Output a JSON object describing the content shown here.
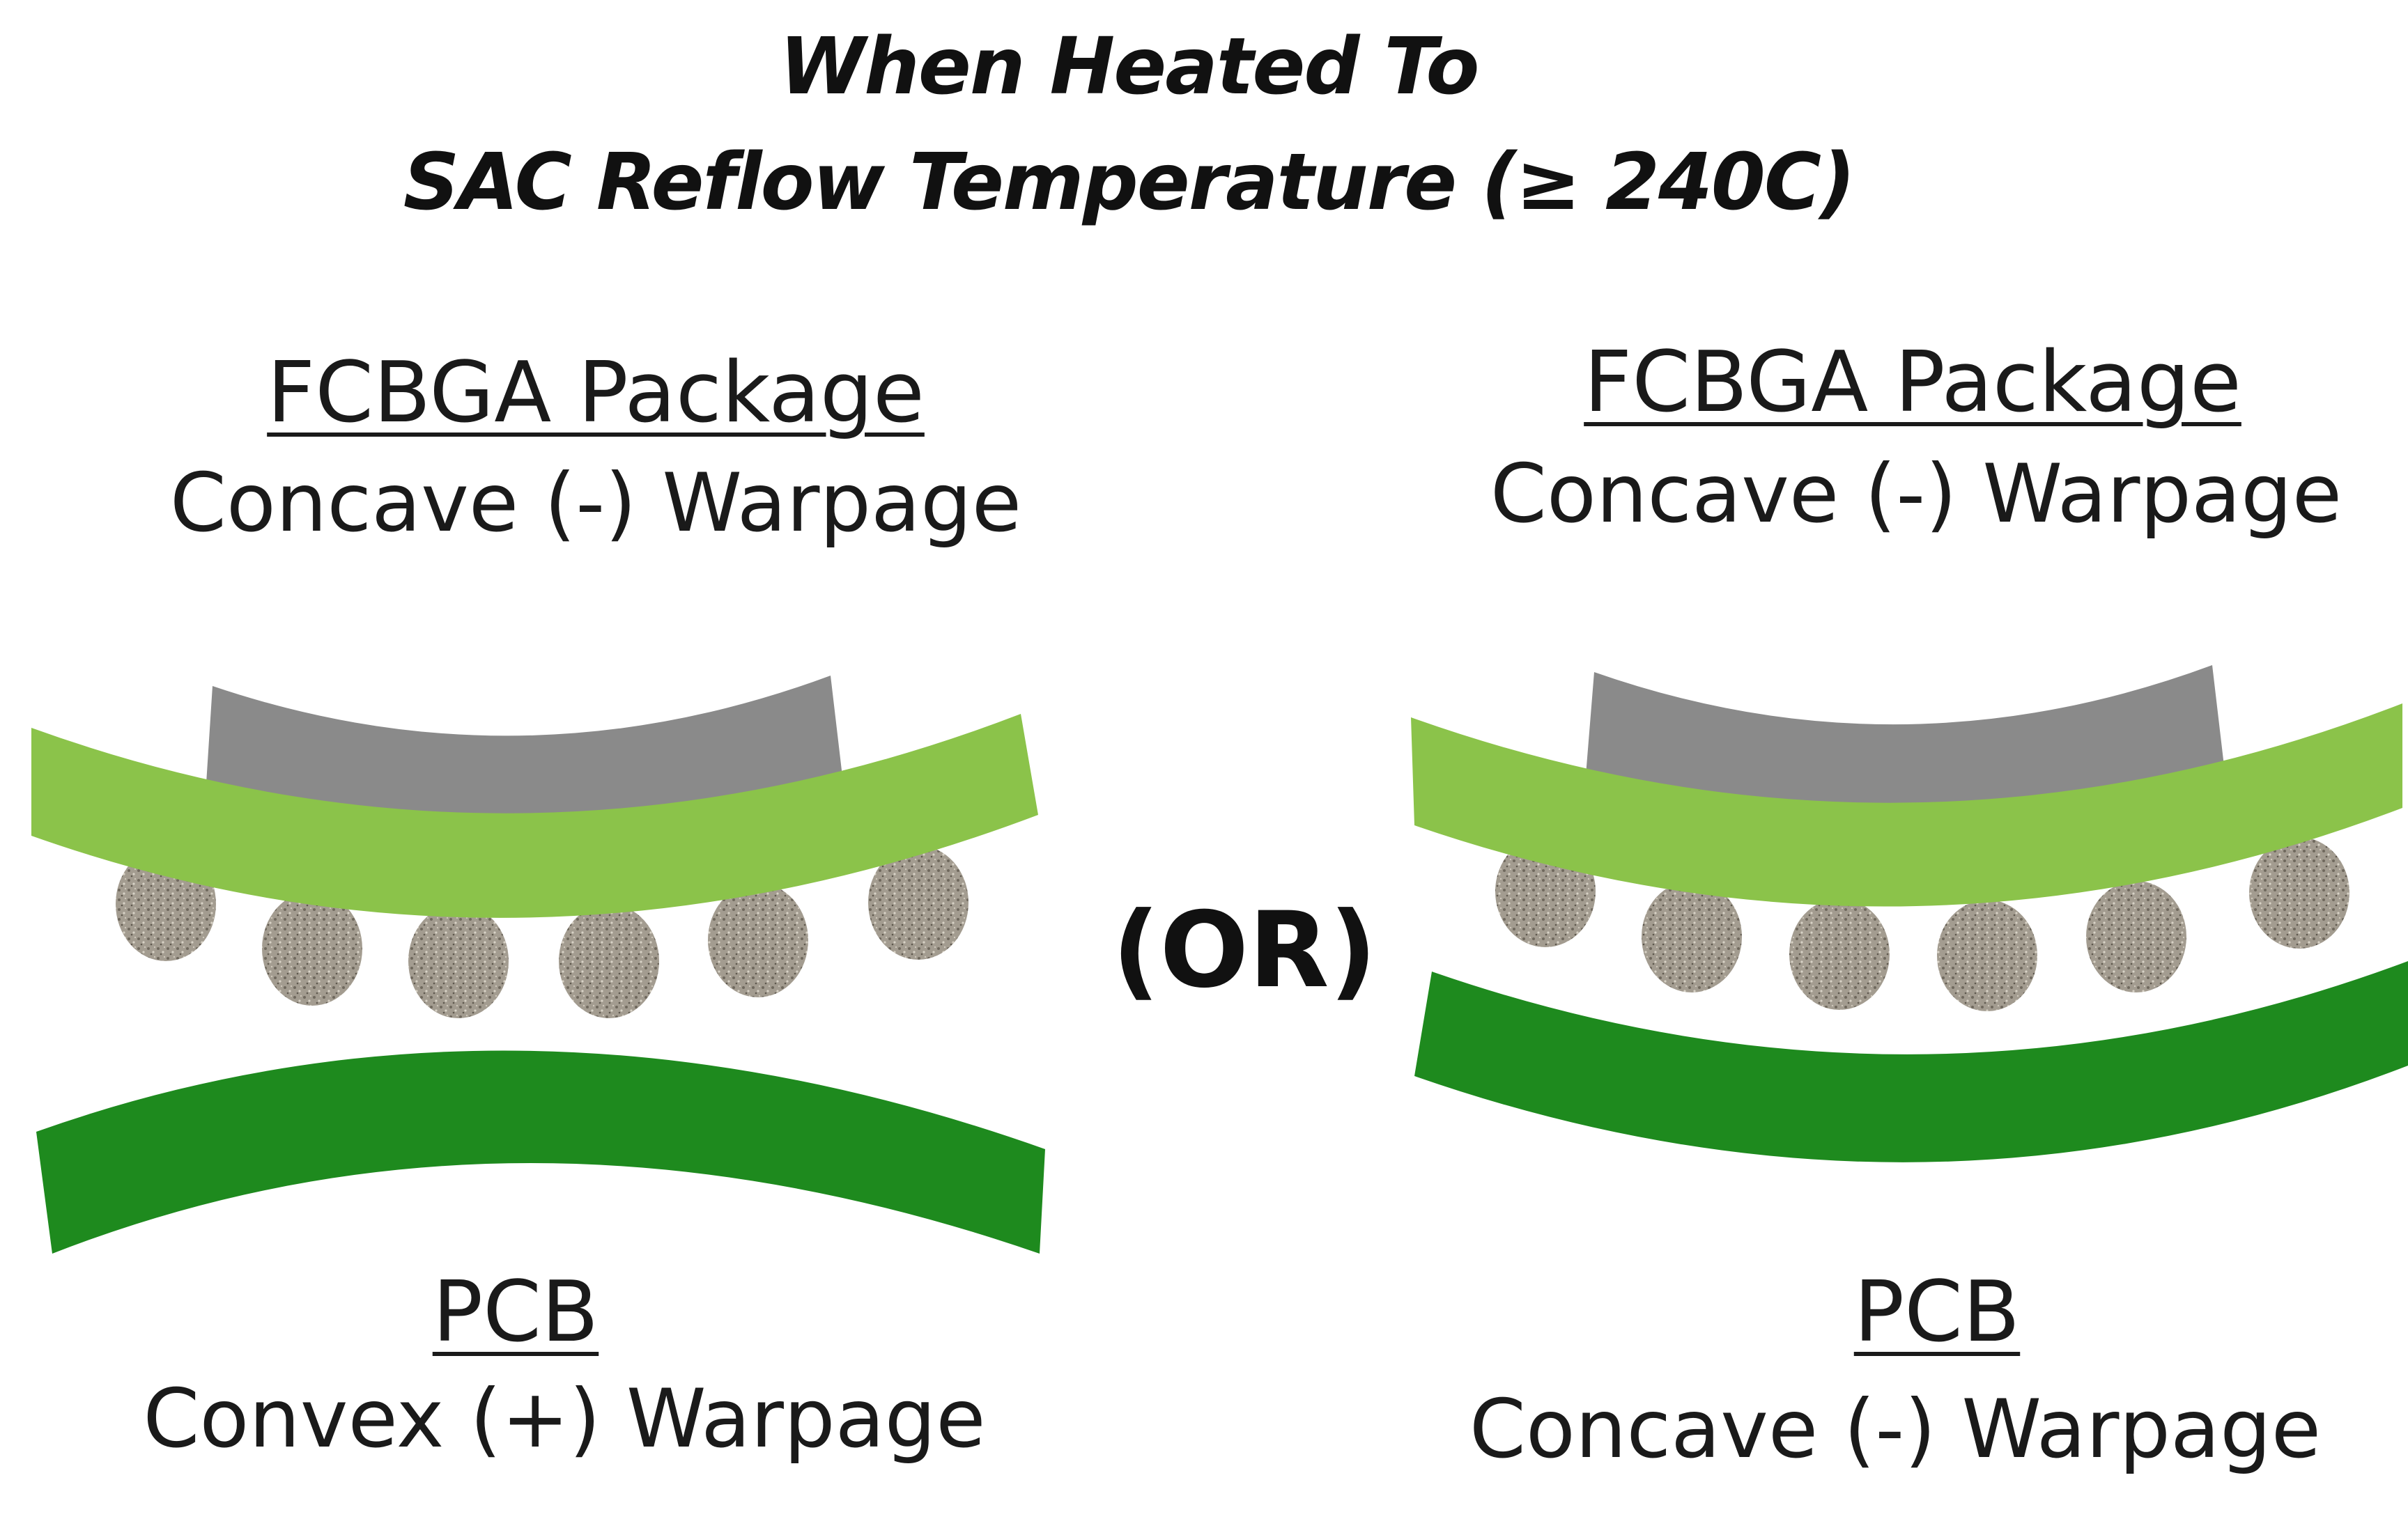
{
  "title": {
    "line1": "When Heated To",
    "line2": "SAC Reflow Temperature (≥ 240C)"
  },
  "left": {
    "package_heading": "FCBGA Package",
    "package_warpage": "Concave (-) Warpage",
    "pcb_heading": "PCB",
    "pcb_warpage": "Convex (+) Warpage"
  },
  "separator": "(OR)",
  "right": {
    "package_heading": "FCBGA Package",
    "package_warpage": "Concave (-) Warpage",
    "pcb_heading": "PCB",
    "pcb_warpage": "Concave (-) Warpage"
  },
  "colors": {
    "die": "#8a8a8a",
    "substrate": "#8bc34a",
    "pcb": "#1e8a1e",
    "solder_ball": "#a09a8e",
    "text": "#111111"
  }
}
